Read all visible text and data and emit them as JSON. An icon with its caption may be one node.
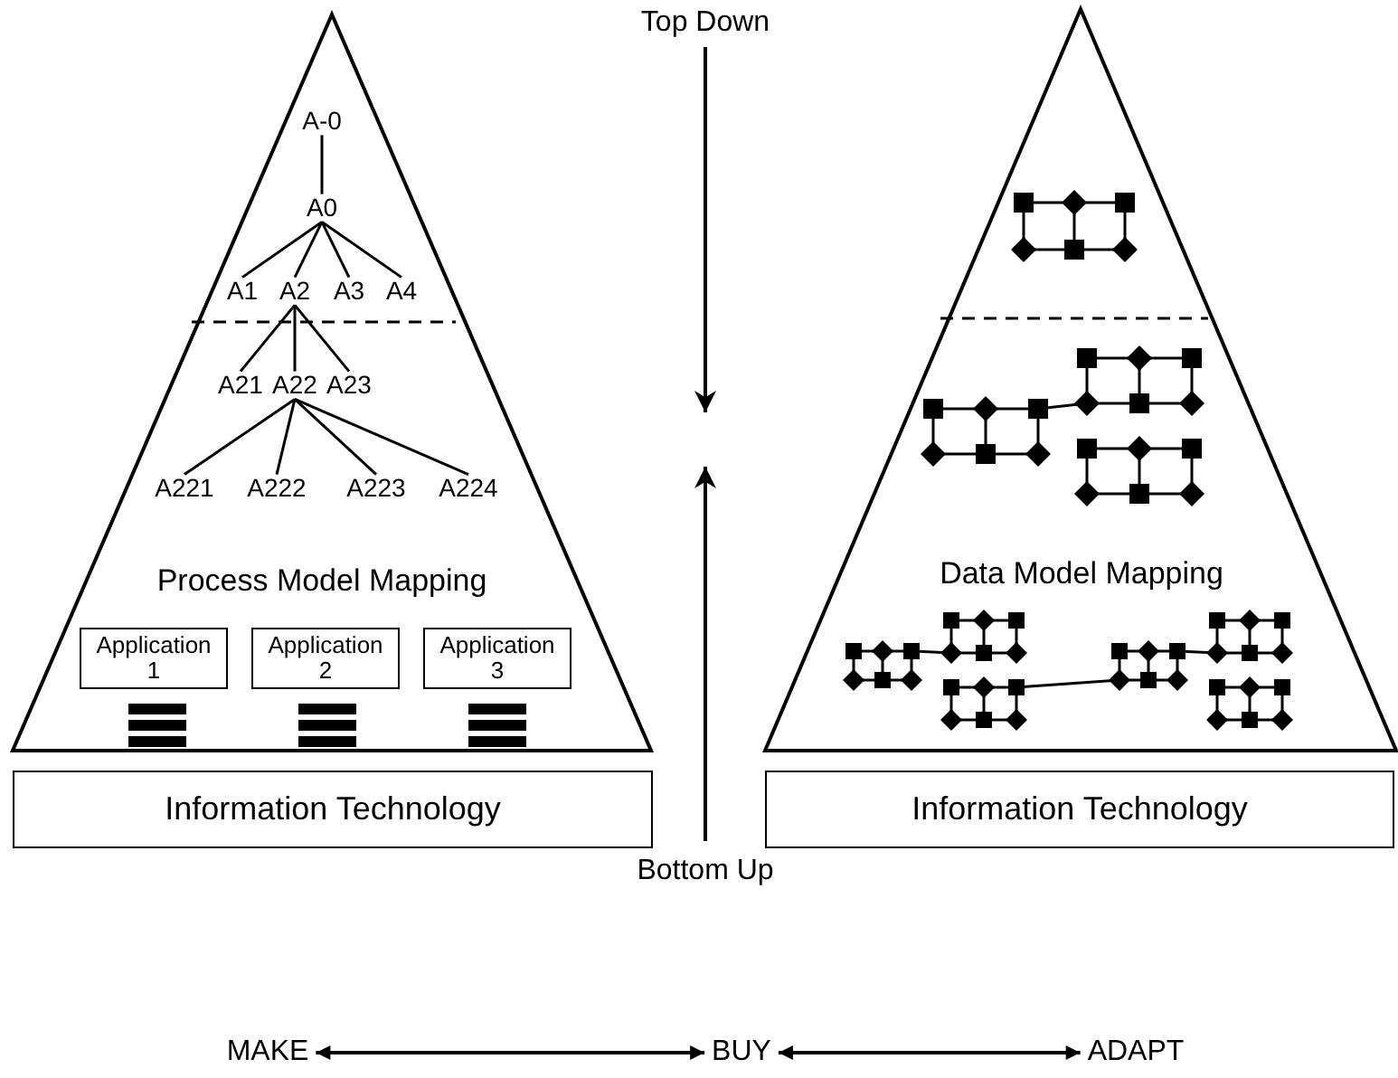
{
  "diagram": {
    "nodes": [
      {
        "text": [
          "Process Model Mapping"
        ]
      },
      {
        "text": [
          "A-0"
        ],
        "in": 0
      },
      {
        "text": [
          "A0"
        ],
        "in": 0
      },
      {
        "text": [
          "A1"
        ],
        "in": 0
      },
      {
        "text": [
          "A2"
        ],
        "in": 0
      },
      {
        "text": [
          "A3"
        ],
        "in": 0
      },
      {
        "text": [
          "A4"
        ],
        "in": 0
      },
      {
        "text": [
          "A21"
        ],
        "in": 0
      },
      {
        "text": [
          "A22"
        ],
        "in": 0
      },
      {
        "text": [
          "A23"
        ],
        "in": 0
      },
      {
        "text": [
          "A221"
        ],
        "in": 0
      },
      {
        "text": [
          "A222"
        ],
        "in": 0
      },
      {
        "text": [
          "A223"
        ],
        "in": 0
      },
      {
        "text": [
          "A224"
        ],
        "in": 0
      },
      {
        "text": [
          "Application 1"
        ],
        "in": 0
      },
      {
        "text": [
          "Application 2"
        ],
        "in": 0
      },
      {
        "text": [
          "Application 3"
        ],
        "in": 0
      },
      {
        "text": [
          "Information Technology"
        ]
      },
      {
        "text": [
          "Data Model Mapping"
        ]
      },
      {
        "text": [
          "Information Technology"
        ]
      },
      {
        "text": [
          "MAKE"
        ]
      },
      {
        "text": [
          "BUY"
        ]
      },
      {
        "text": [
          "ADAPT"
        ]
      }
    ],
    "edges": [
      {
        "from": 1,
        "to": 2,
        "arrow": "none"
      },
      {
        "from": 2,
        "to": 3,
        "arrow": "none"
      },
      {
        "from": 2,
        "to": 4,
        "arrow": "none"
      },
      {
        "from": 2,
        "to": 5,
        "arrow": "none"
      },
      {
        "from": 2,
        "to": 6,
        "arrow": "none"
      },
      {
        "from": 4,
        "to": 7,
        "arrow": "none"
      },
      {
        "from": 4,
        "to": 8,
        "arrow": "none"
      },
      {
        "from": 4,
        "to": 9,
        "arrow": "none"
      },
      {
        "from": 8,
        "to": 10,
        "arrow": "none"
      },
      {
        "from": 8,
        "to": 11,
        "arrow": "none"
      },
      {
        "from": 8,
        "to": 12,
        "arrow": "none"
      },
      {
        "from": 8,
        "to": 13,
        "arrow": "none"
      },
      {
        "from": 20,
        "to": 21,
        "arrow": "both"
      },
      {
        "from": 21,
        "to": 22,
        "arrow": "both"
      }
    ],
    "labels": [
      "Top Down",
      "Bottom Up"
    ]
  }
}
